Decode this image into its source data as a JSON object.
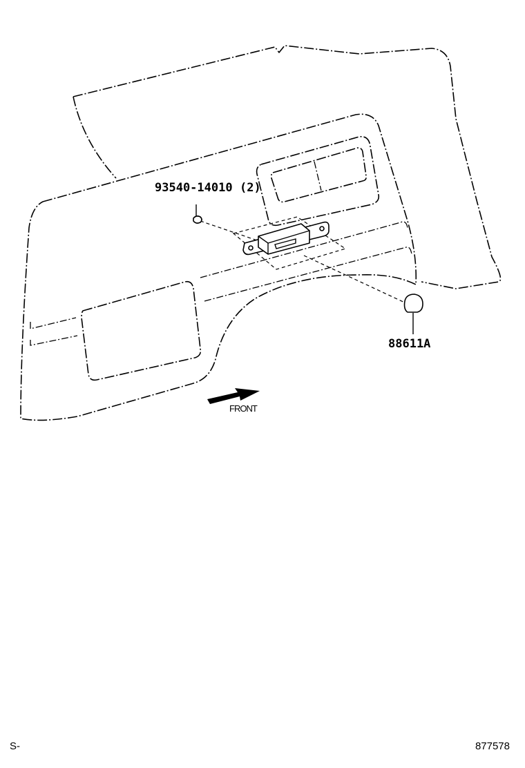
{
  "parts": {
    "screw": {
      "number": "93540-14010",
      "quantity": "(2)"
    },
    "lamp_assembly": {
      "number": "88611A"
    }
  },
  "direction": {
    "label": "FRONT"
  },
  "footer": {
    "left": "S-",
    "right": "877578"
  }
}
